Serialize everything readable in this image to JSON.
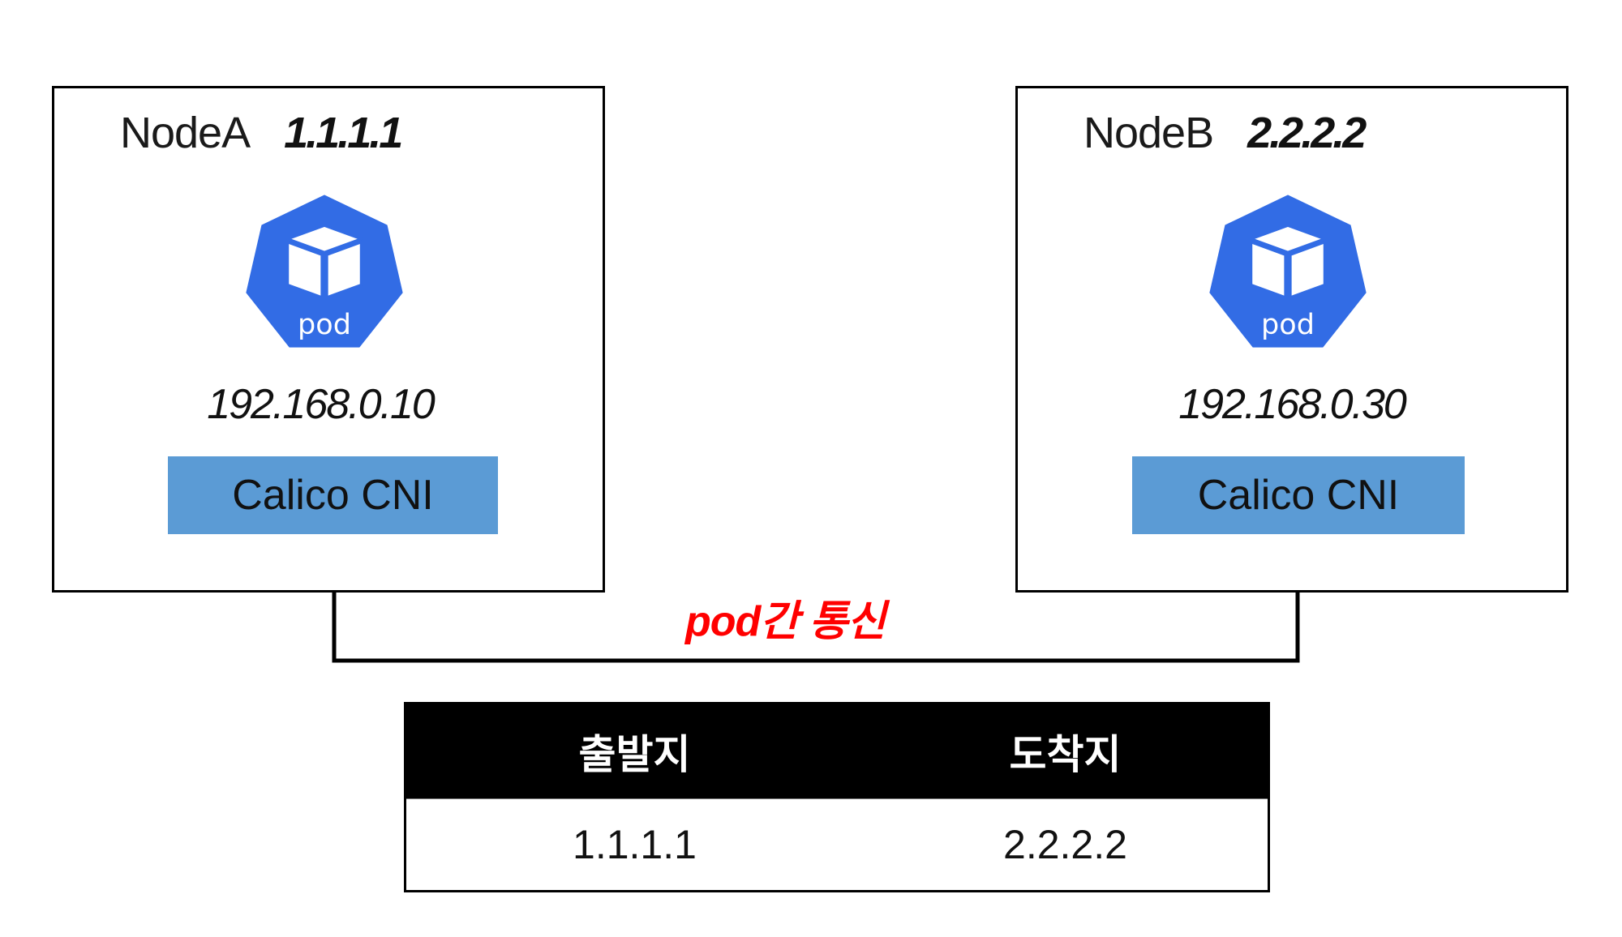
{
  "nodes": [
    {
      "name": "NodeA",
      "ip": "1.1.1.1",
      "pod_label": "pod",
      "pod_ip": "192.168.0.10",
      "cni_label": "Calico CNI"
    },
    {
      "name": "NodeB",
      "ip": "2.2.2.2",
      "pod_label": "pod",
      "pod_ip": "192.168.0.30",
      "cni_label": "Calico CNI"
    }
  ],
  "connection": {
    "label": "pod간 통신",
    "label_color": "#ff0000"
  },
  "table": {
    "headers": [
      "출발지",
      "도착지"
    ],
    "rows": [
      [
        "1.1.1.1",
        "2.2.2.2"
      ]
    ]
  },
  "colors": {
    "pod_icon": "#326ce5",
    "cni_fill": "#5b9bd5",
    "table_header_bg": "#000000",
    "table_header_text": "#ffffff"
  },
  "icons": {
    "pod": "kubernetes-pod-icon"
  }
}
